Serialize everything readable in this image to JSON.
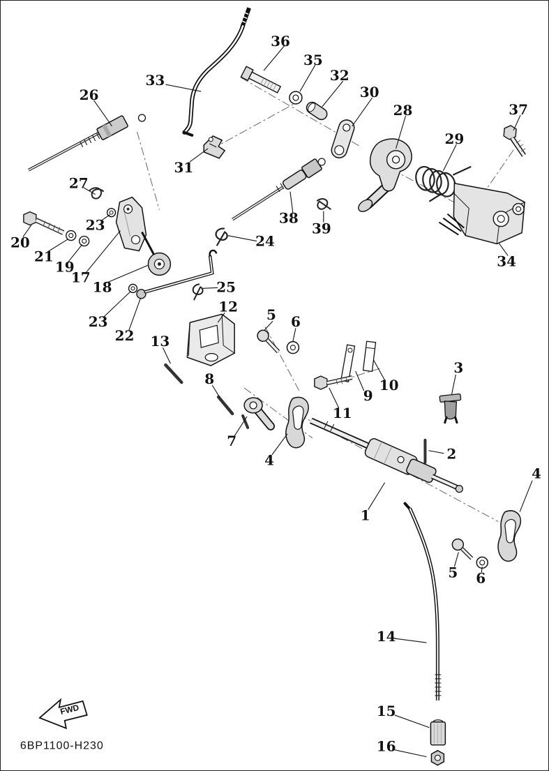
{
  "diagram": {
    "code": "6BP1100-H230",
    "fwd_label": "FWD",
    "callouts": [
      "36",
      "35",
      "33",
      "32",
      "30",
      "26",
      "28",
      "37",
      "29",
      "31",
      "27",
      "38",
      "20",
      "39",
      "21",
      "23",
      "19",
      "24",
      "17",
      "34",
      "18",
      "25",
      "23",
      "12",
      "22",
      "5",
      "6",
      "13",
      "8",
      "10",
      "9",
      "3",
      "11",
      "7",
      "2",
      "4",
      "1",
      "4",
      "5",
      "6",
      "14",
      "15",
      "16"
    ]
  }
}
